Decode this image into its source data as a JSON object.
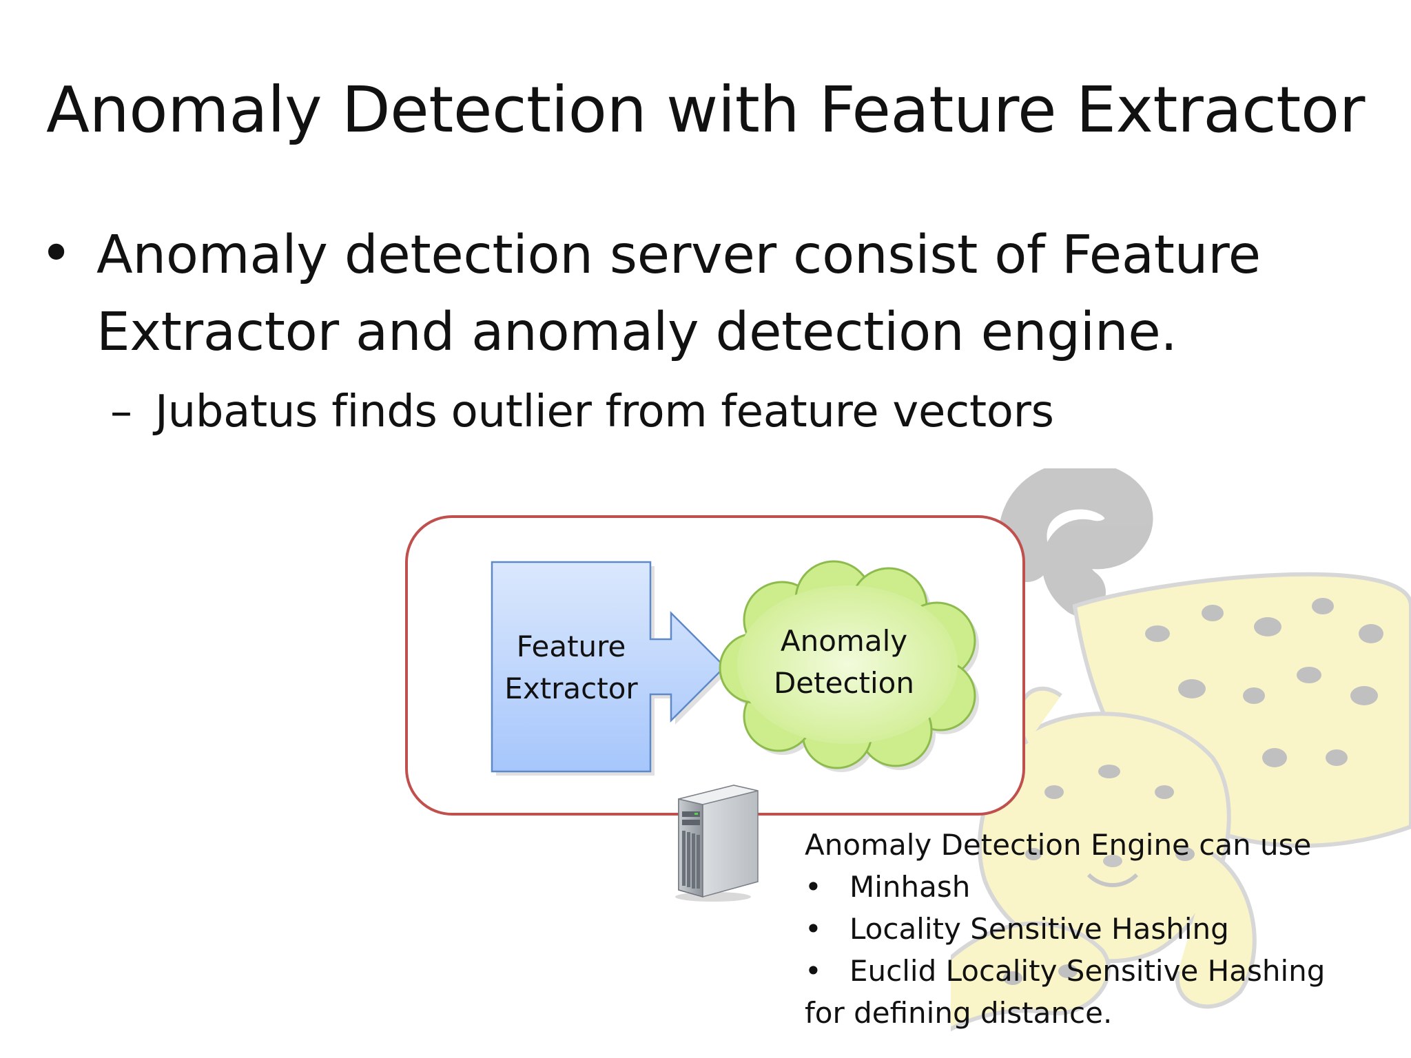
{
  "slide": {
    "title": "Anomaly Detection with Feature Extractor",
    "bullets": [
      {
        "text": "Anomaly detection server consist of Feature Extractor and anomaly detection engine."
      }
    ],
    "sub_bullets": [
      {
        "text": "Jubatus finds outlier from feature vectors"
      }
    ],
    "bullet_symbol": "•",
    "sub_bullet_symbol": "–"
  },
  "diagram": {
    "feature_extractor_label": "Feature Extractor",
    "anomaly_detection_label": "Anomaly Detection",
    "colors": {
      "server_border": "#c0504d",
      "extractor_fill_top": "#dbe8fd",
      "extractor_fill_bottom": "#a6c6fb",
      "extractor_stroke": "#5f88c8",
      "cloud_fill": "#d9f2a6",
      "cloud_stroke": "#8dbb4d"
    }
  },
  "engine_info": {
    "heading": "Anomaly Detection Engine can use",
    "items": [
      "Minhash",
      "Locality Sensitive Hashing",
      "Euclid Locality Sensitive Hashing"
    ],
    "footer": "for defining distance."
  },
  "icons": {
    "server": "server-tower-icon",
    "mascot": "jubatus-cheetah-mascot-icon"
  }
}
